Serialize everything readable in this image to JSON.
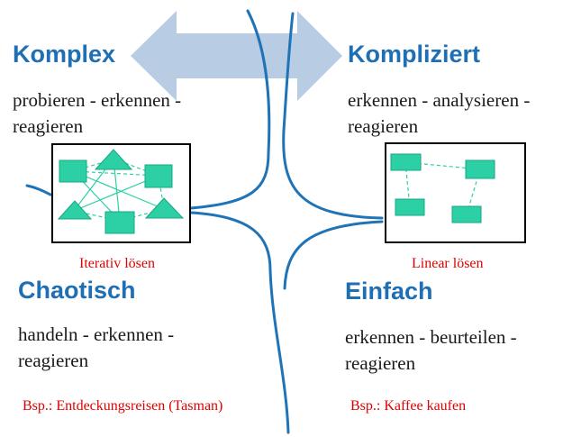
{
  "colors": {
    "heading": "#1f6fb5",
    "curve": "#1f73b7",
    "arrow": "#b8cce4",
    "node_fill": "#2dcfa4",
    "node_stroke": "#18a884",
    "link": "#2dcfa4",
    "note": "#e00000",
    "frame": "#000000"
  },
  "quadrants": {
    "komplex": {
      "title": "Komplex",
      "body_line1": "probieren - erkennen -",
      "body_line2": "reagieren"
    },
    "kompliziert": {
      "title": "Kompliziert",
      "body_line1": "erkennen - analysieren -",
      "body_line2": "reagieren"
    },
    "chaotisch": {
      "title": "Chaotisch",
      "body_line1": "handeln - erkennen -",
      "body_line2": "reagieren",
      "example": "Bsp.: Entdeckungsreisen (Tasman)"
    },
    "einfach": {
      "title": "Einfach",
      "body_line1": "erkennen - beurteilen -",
      "body_line2": "reagieren",
      "example": "Bsp.: Kaffee kaufen"
    }
  },
  "captions": {
    "left_box": "Iterativ lösen",
    "right_box": "Linear lösen"
  },
  "icons": {
    "top_arrow": "double-headed-arrow-icon",
    "square": "square-node-icon",
    "triangle": "triangle-node-icon"
  }
}
